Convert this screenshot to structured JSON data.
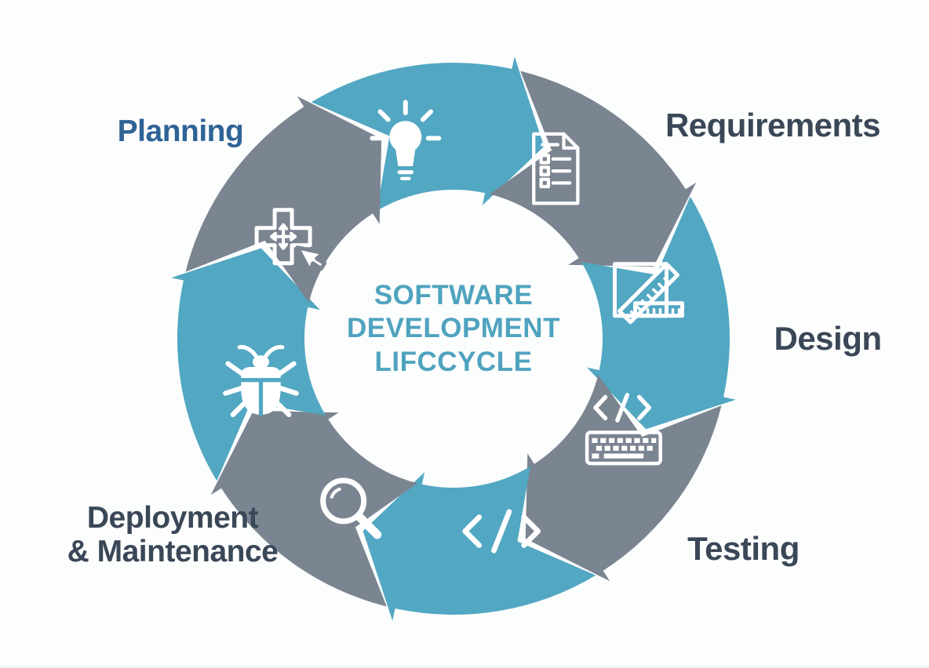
{
  "center": {
    "line1": "SOFTWARE",
    "line2": "DEVELOPMENT",
    "line3": "LIFCCYCLE"
  },
  "labels": {
    "planning": "Planning",
    "requirements": "Requirements",
    "design": "Design",
    "testing": "Testing",
    "deployment_line1": "Deployment",
    "deployment_line2": "& Maintenance"
  },
  "colors": {
    "teal_segment": "#52A7C2",
    "gray_segment": "#7B8591",
    "center_text": "#4FA3BF",
    "planning_label": "#2E6396",
    "stage_label": "#3A4757",
    "background": "#FCFDFD"
  },
  "segments": [
    {
      "icon": "lightbulb-icon",
      "color": "teal_segment"
    },
    {
      "icon": "checklist-document-icon",
      "color": "gray_segment"
    },
    {
      "icon": "ruler-set-square-icon",
      "color": "teal_segment"
    },
    {
      "icon": "code-keyboard-icon",
      "color": "gray_segment"
    },
    {
      "icon": "code-brackets-icon",
      "color": "teal_segment"
    },
    {
      "icon": "magnifier-icon",
      "color": "gray_segment"
    },
    {
      "icon": "bug-icon",
      "color": "teal_segment"
    },
    {
      "icon": "move-tool-icon",
      "color": "gray_segment"
    }
  ]
}
